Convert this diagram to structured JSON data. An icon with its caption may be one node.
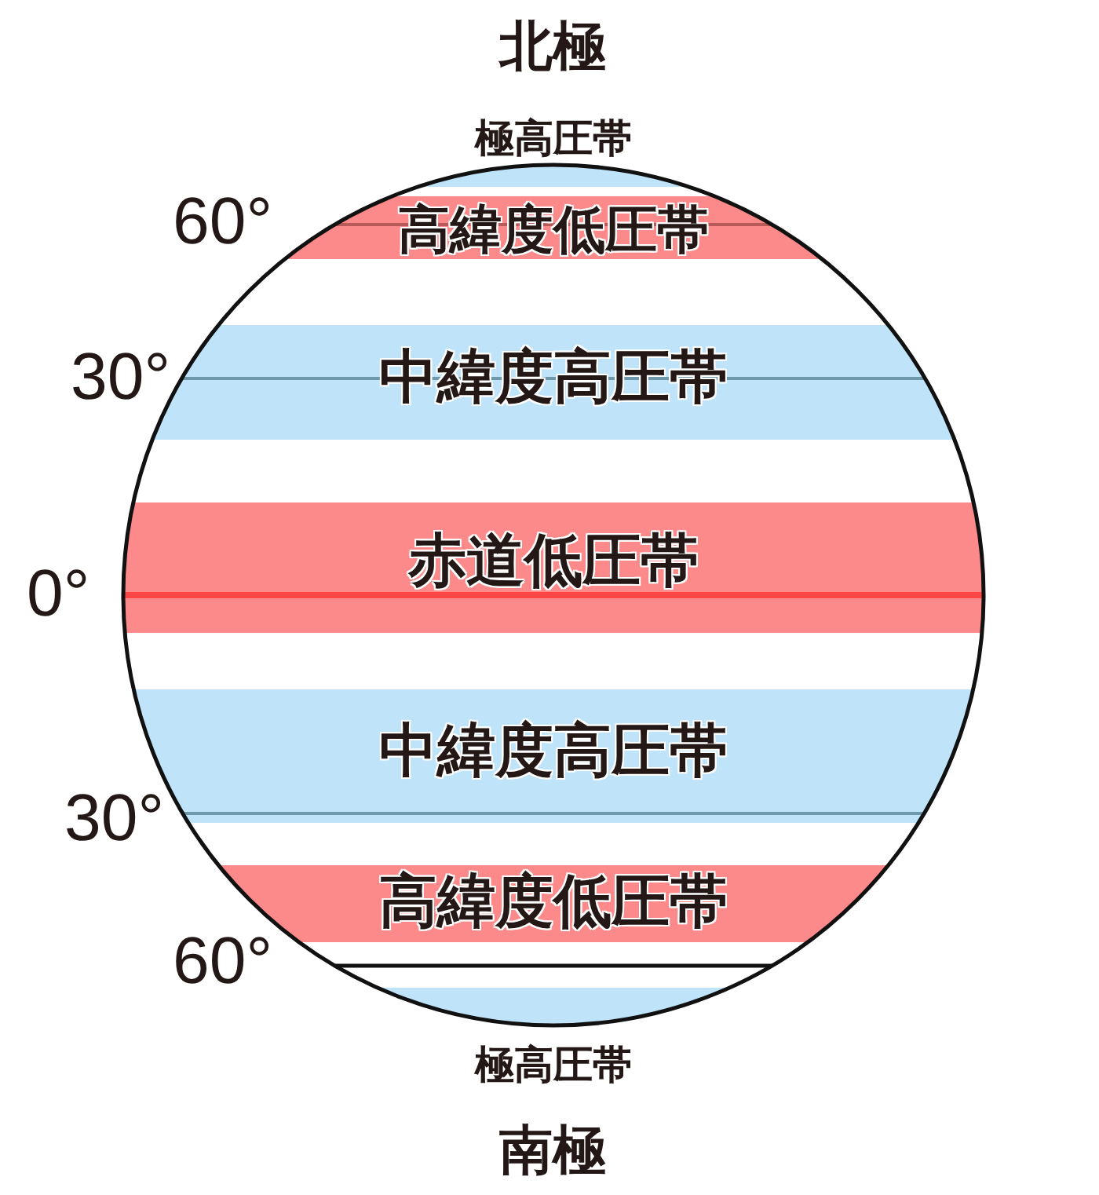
{
  "diagram": {
    "nodes": [
      {
        "text": [
          "極高圧帯"
        ]
      },
      {
        "text": [
          "高緯度低圧帯"
        ]
      },
      {
        "text": [
          "中緯度高圧帯"
        ]
      },
      {
        "text": [
          "赤道低圧帯"
        ]
      },
      {
        "text": [
          "中緯度高圧帯"
        ]
      },
      {
        "text": [
          "高緯度低圧帯"
        ]
      },
      {
        "text": [
          "極高圧帯"
        ]
      }
    ],
    "labels": [
      "北極",
      "60°",
      "30°",
      "0°",
      "30°",
      "60°",
      "南極"
    ]
  }
}
